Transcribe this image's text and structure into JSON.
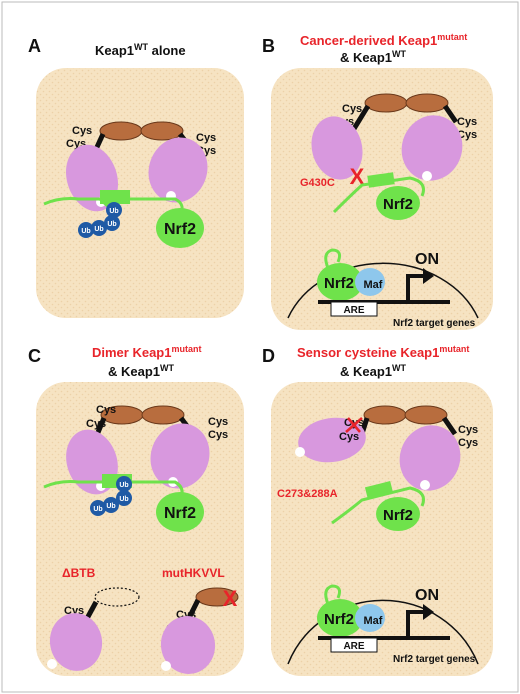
{
  "panels": {
    "A": {
      "letter": "A",
      "title": "Keap1",
      "title_sup": "WT",
      "title_suffix": " alone",
      "cys": "Cys",
      "ub": "Ub",
      "nrf2": "Nrf2"
    },
    "B": {
      "letter": "B",
      "title_red": "Cancer-derived Keap1",
      "title_red_sup": "mutant",
      "title2": "& Keap1",
      "title2_sup": "WT",
      "cys": "Cys",
      "mutation": "G430C",
      "x_mark": "X",
      "nrf2": "Nrf2",
      "maf": "Maf",
      "are": "ARE",
      "on": "ON",
      "target": "Nrf2 target genes"
    },
    "C": {
      "letter": "C",
      "title_red": "Dimer Keap1",
      "title_red_sup": "mutant",
      "title2": "& Keap1",
      "title2_sup": "WT",
      "cys": "Cys",
      "ub": "Ub",
      "nrf2": "Nrf2",
      "dbtb": "ΔBTB",
      "mut": "mutHKVVL",
      "x_mark": "X"
    },
    "D": {
      "letter": "D",
      "title_red": "Sensor cysteine Keap1",
      "title_red_sup": "mutant",
      "title2": "& Keap1",
      "title2_sup": "WT",
      "cys": "Cys",
      "mutation": "C273&288A",
      "nrf2": "Nrf2",
      "maf": "Maf",
      "are": "ARE",
      "on": "ON",
      "target": "Nrf2 target genes"
    }
  },
  "colors": {
    "cell_bg": "#f6e3c2",
    "keap1": "#d898de",
    "btb": "#b86d3e",
    "nrf2": "#6fe24b",
    "ub": "#1f5aa5",
    "maf": "#8ec7ec",
    "red": "#e8242a"
  }
}
